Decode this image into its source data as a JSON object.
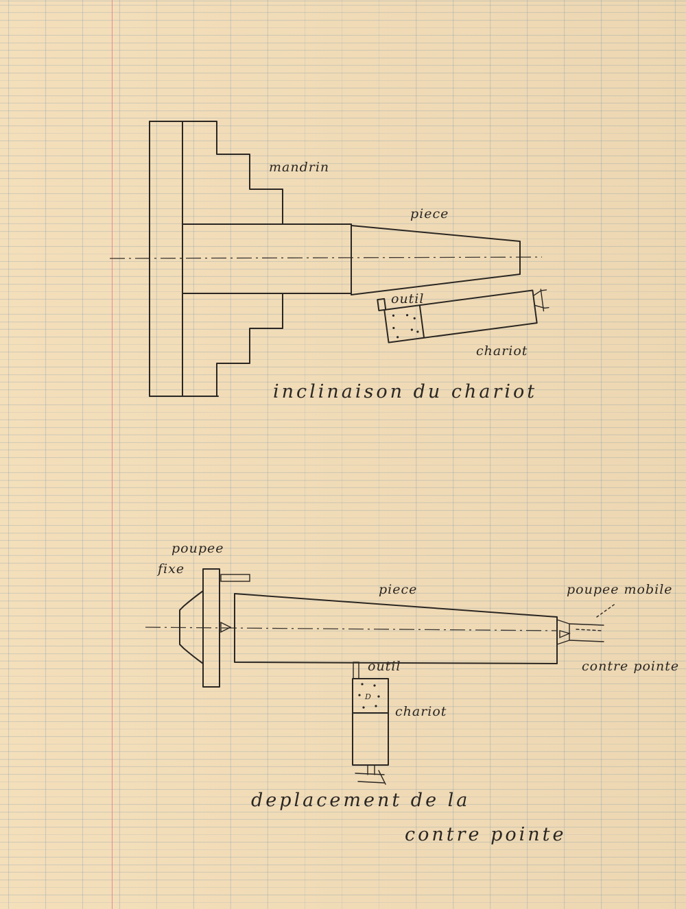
{
  "diagram1": {
    "labels": {
      "mandrin": "mandrin",
      "piece": "piece",
      "outil": "outil",
      "chariot": "chariot",
      "caption": "inclinaison du chariot"
    }
  },
  "diagram2": {
    "labels": {
      "poupee": "poupee",
      "fixe": "fixe",
      "piece": "piece",
      "poupee_mobile": "poupee mobile",
      "contre_pointe": "contre pointe",
      "outil": "outil",
      "chariot": "chariot",
      "caption_line1": "deplacement de la",
      "caption_line2": "contre pointe"
    }
  },
  "colors": {
    "paper": "#f4dfbb",
    "ink": "#2a2622",
    "grid": "#7896aa",
    "margin_line": "#e58a8a"
  }
}
